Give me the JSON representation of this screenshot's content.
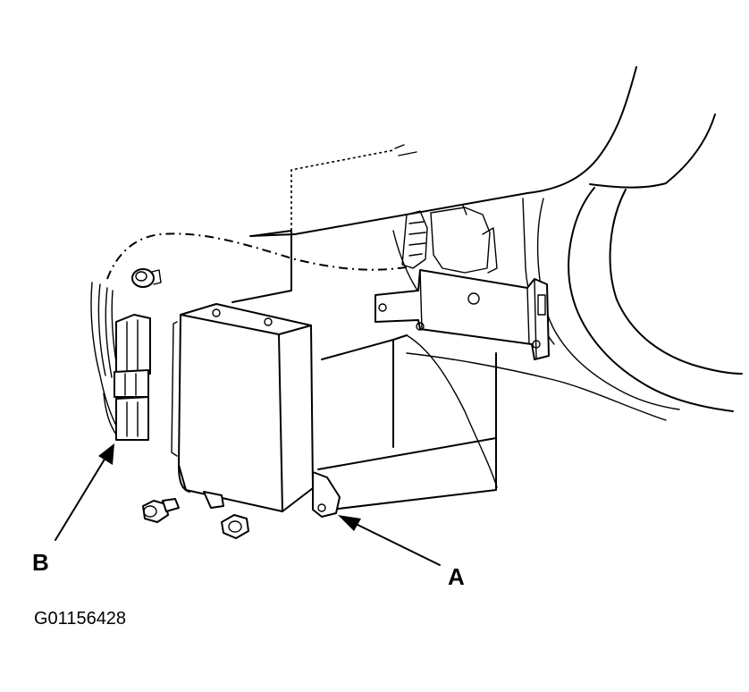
{
  "callouts": {
    "a": "A",
    "b": "B"
  },
  "figure_id": "G01156428"
}
